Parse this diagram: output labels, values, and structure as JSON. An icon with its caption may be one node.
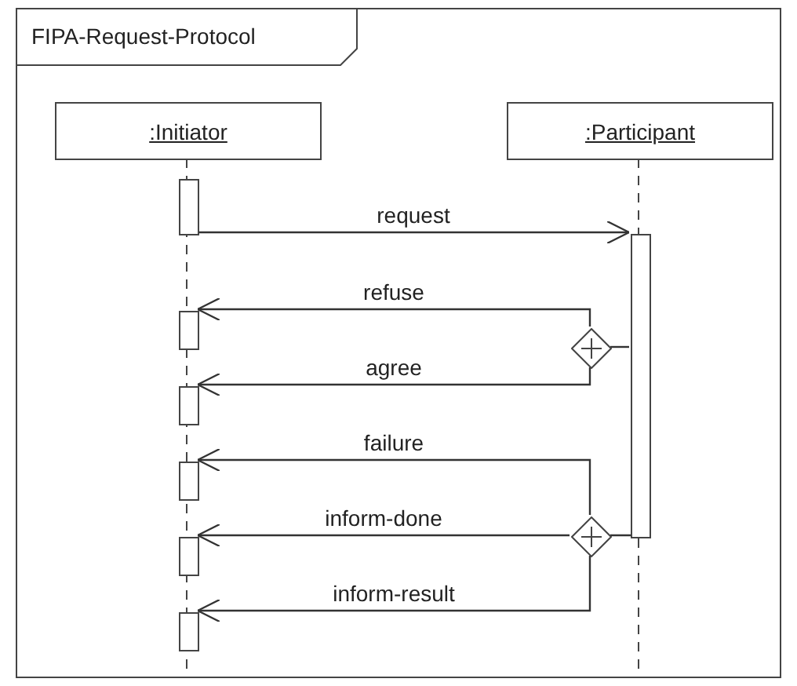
{
  "diagram": {
    "title": "FIPA-Request-Protocol",
    "nodes": [
      {
        "text": [
          ":Initiator"
        ]
      },
      {
        "text": [
          ":Participant"
        ]
      },
      {
        "text": [],
        "shape": "bar"
      },
      {
        "text": [],
        "shape": "bar"
      },
      {
        "text": [],
        "shape": "diamond"
      },
      {
        "text": [],
        "shape": "diamond"
      },
      {
        "text": [],
        "shape": "bar"
      },
      {
        "text": [],
        "shape": "bar"
      },
      {
        "text": [],
        "shape": "bar"
      },
      {
        "text": [],
        "shape": "bar"
      },
      {
        "text": [],
        "shape": "bar"
      }
    ],
    "edges": [
      {
        "from": 2,
        "to": 3,
        "arrow": "to",
        "label": "request"
      },
      {
        "from": 3,
        "to": 4,
        "arrow": "none"
      },
      {
        "from": 4,
        "to": 6,
        "arrow": "to",
        "label": "refuse"
      },
      {
        "from": 4,
        "to": 7,
        "arrow": "to",
        "label": "agree"
      },
      {
        "from": 3,
        "to": 5,
        "arrow": "none"
      },
      {
        "from": 5,
        "to": 8,
        "arrow": "to",
        "label": "failure"
      },
      {
        "from": 5,
        "to": 9,
        "arrow": "to",
        "label": "inform-done"
      },
      {
        "from": 5,
        "to": 10,
        "arrow": "to",
        "label": "inform-result"
      }
    ]
  }
}
